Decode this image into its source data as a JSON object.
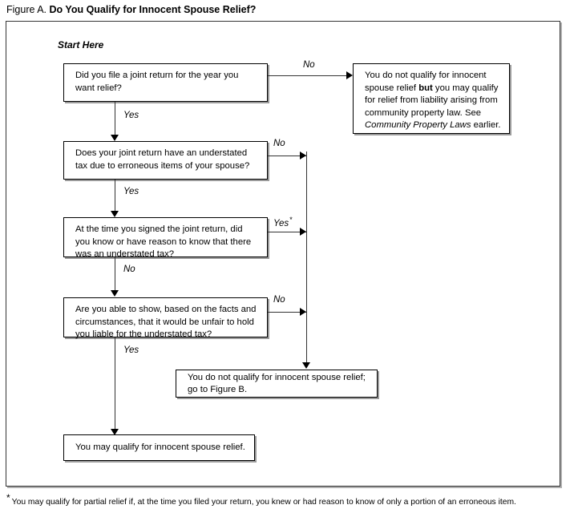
{
  "title": {
    "label": "Figure A.",
    "name": "Do You Qualify for Innocent Spouse Relief?"
  },
  "start_label": "Start Here",
  "nodes": {
    "q1": "Did you file a joint return for the year you want relief?",
    "outcome_community": {
      "part1": "You do not qualify for innocent spouse relief ",
      "bold": "but",
      "part2": " you may qualify for relief from liability arising from community property law. See ",
      "italic": "Community Property Laws",
      "part3": " earlier."
    },
    "q2": "Does your joint return have an understated tax due to erroneous items of your spouse?",
    "q3": "At the time you signed the joint return, did you know or have reason to know that there was an understated tax?",
    "q4": "Are you able to show, based on the facts and circumstances, that it would be unfair to hold you liable for the understated tax?",
    "outcome_figureb": "You do not qualify for innocent spouse relief; go to Figure B.",
    "outcome_qualify": "You may qualify for innocent spouse relief."
  },
  "edges": {
    "q1_no": "No",
    "q1_yes": "Yes",
    "q2_no": "No",
    "q2_yes": "Yes",
    "q3_yes": "Yes",
    "q3_yes_footnote_marker": "*",
    "q3_no": "No",
    "q4_no": "No",
    "q4_yes": "Yes"
  },
  "footnote": {
    "marker": "*",
    "text": "You may qualify for partial relief if, at the time you filed your return, you knew or had reason to know of only a portion of an erroneous item."
  },
  "colors": {
    "line": "#333333",
    "border": "#000000",
    "shadow": "#9a9a9a",
    "background": "#ffffff"
  }
}
